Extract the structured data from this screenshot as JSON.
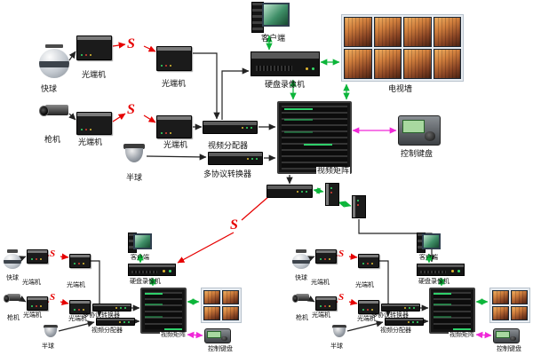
{
  "diagram": {
    "labels": {
      "speed_dome": "快球",
      "optical_transceiver": "光端机",
      "bullet_camera": "枪机",
      "half_dome": "半球",
      "video_distributor": "视频分配器",
      "multi_protocol_converter": "多协议转换器",
      "client": "客户端",
      "dvr": "硬盘录像机",
      "tv_wall": "电视墙",
      "video_matrix": "视频矩阵",
      "control_keyboard": "控制键盘"
    },
    "icons": {
      "fiber_glyph": "S"
    },
    "colors": {
      "link_black": "#222222",
      "link_red": "#e60000",
      "link_green": "#0cb53a",
      "link_magenta": "#f028d8",
      "background": "#ffffff"
    }
  }
}
